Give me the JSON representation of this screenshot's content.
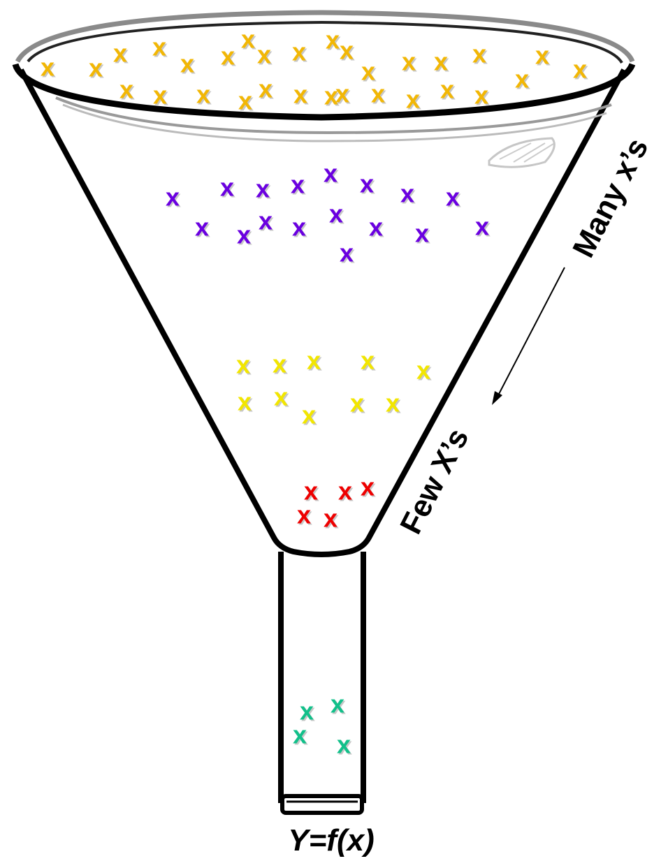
{
  "labels": {
    "many": "Many x’s",
    "few": "Few X’s",
    "formula": "Y=f(x)"
  },
  "mark_char": "x",
  "colors": {
    "outline": "#000000",
    "rim_gray": "#888888",
    "tier1": "#f2b705",
    "tier2": "#6a00e0",
    "tier3": "#f2e600",
    "tier4": "#ee0000",
    "tier5": "#12c08a"
  }
}
